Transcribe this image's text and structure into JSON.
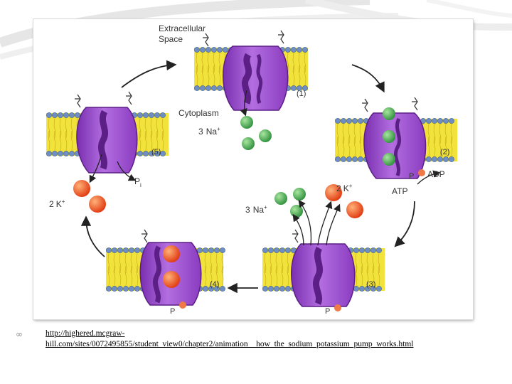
{
  "diagram": {
    "labels": {
      "extracellular_space_line1": "Extracellular",
      "extracellular_space_line2": "Space",
      "cytoplasm": "Cytoplasm",
      "na_3": "3",
      "na_symbol": "Na",
      "k_2": "2",
      "k_symbol": "K",
      "plus": "+",
      "p": "P",
      "pi": "P",
      "pi_sub": "i",
      "adp": "ADP",
      "atp": "ATP",
      "step1": "(1)",
      "step2": "(2)",
      "step3": "(3)",
      "step4": "(4)",
      "step5": "(5)"
    },
    "colors": {
      "lipid_head": "#6f8fc4",
      "lipid_tail": "#f2e33c",
      "protein": "#9b4fc6",
      "protein_dark": "#5b1f86",
      "sodium": "#3aa64a",
      "potassium": "#ea4a1a",
      "phosphate": "#f07a45",
      "arrow": "#222222"
    }
  },
  "link": {
    "line1": "http://highered.mcgraw-",
    "line2": "hill.com/sites/0072495855/student_view0/chapter2/animation__how_the_sodium_potassium_pump_works.html"
  }
}
